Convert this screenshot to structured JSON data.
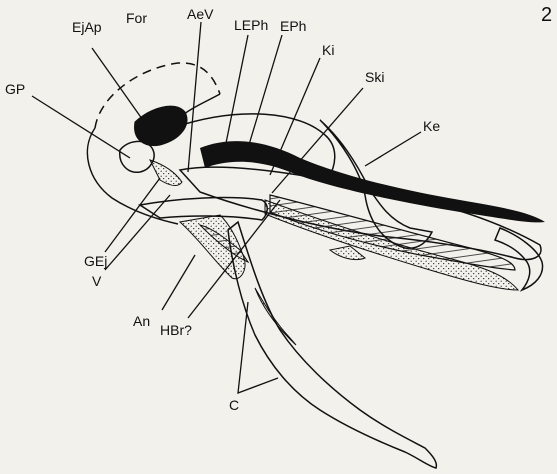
{
  "figure_number": "2",
  "labels": {
    "ejap": "EjAp",
    "for": "For",
    "aev": "AeV",
    "leph": "LEPh",
    "eph": "EPh",
    "ki": "Ki",
    "ski": "Ski",
    "ke": "Ke",
    "gp": "GP",
    "gej": "GEj",
    "v": "V",
    "an": "An",
    "hbr": "HBr?",
    "c": "C"
  },
  "colors": {
    "ink": "#111111",
    "paper": "#f2f1ec"
  }
}
